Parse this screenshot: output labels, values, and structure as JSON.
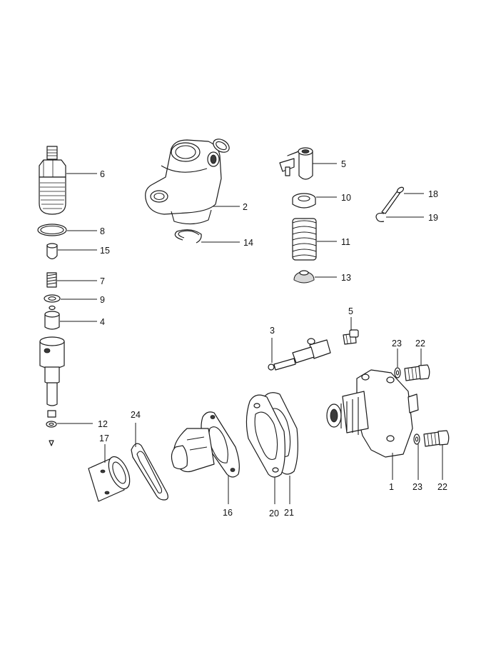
{
  "callouts": {
    "c6": "6",
    "c8": "8",
    "c15": "15",
    "c7": "7",
    "c9": "9",
    "c4": "4",
    "c12": "12",
    "c2": "2",
    "c14": "14",
    "c5a": "5",
    "c10": "10",
    "c11": "11",
    "c13": "13",
    "c18": "18",
    "c19": "19",
    "c3": "3",
    "c5b": "5",
    "c23a": "23",
    "c22a": "22",
    "c23b": "23",
    "c22b": "22",
    "c1": "1",
    "c24": "24",
    "c17": "17",
    "c16": "16",
    "c20": "20",
    "c21": "21"
  }
}
